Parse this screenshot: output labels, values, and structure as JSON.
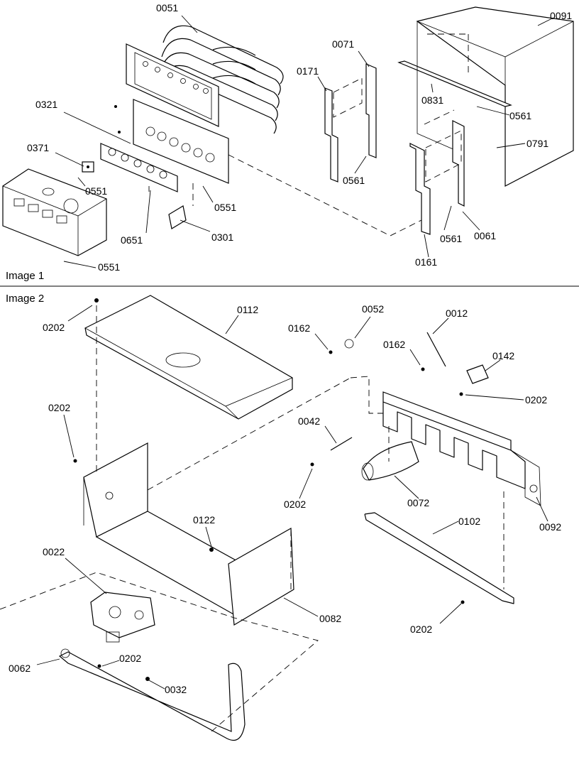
{
  "image1": {
    "caption": "Image 1",
    "labels": {
      "p0051": "0051",
      "p0091": "0091",
      "p0071": "0071",
      "p0171": "0171",
      "p0321": "0321",
      "p0831": "0831",
      "p0561a": "0561",
      "p0791": "0791",
      "p0371": "0371",
      "p0551a": "0551",
      "p0561b": "0561",
      "p0551b": "0551",
      "p0651": "0651",
      "p0301": "0301",
      "p0561c": "0561",
      "p0061": "0061",
      "p0161": "0161",
      "p0551c": "0551"
    }
  },
  "image2": {
    "caption": "Image 2",
    "labels": {
      "p0202a": "0202",
      "p0112": "0112",
      "p0052": "0052",
      "p0012": "0012",
      "p0162a": "0162",
      "p0162b": "0162",
      "p0142": "0142",
      "p0202b": "0202",
      "p0202c": "0202",
      "p0042": "0042",
      "p0202d": "0202",
      "p0072": "0072",
      "p0122": "0122",
      "p0102": "0102",
      "p0092": "0092",
      "p0022": "0022",
      "p0082": "0082",
      "p0202e": "0202",
      "p0062": "0062",
      "p0202f": "0202",
      "p0032": "0032"
    }
  }
}
